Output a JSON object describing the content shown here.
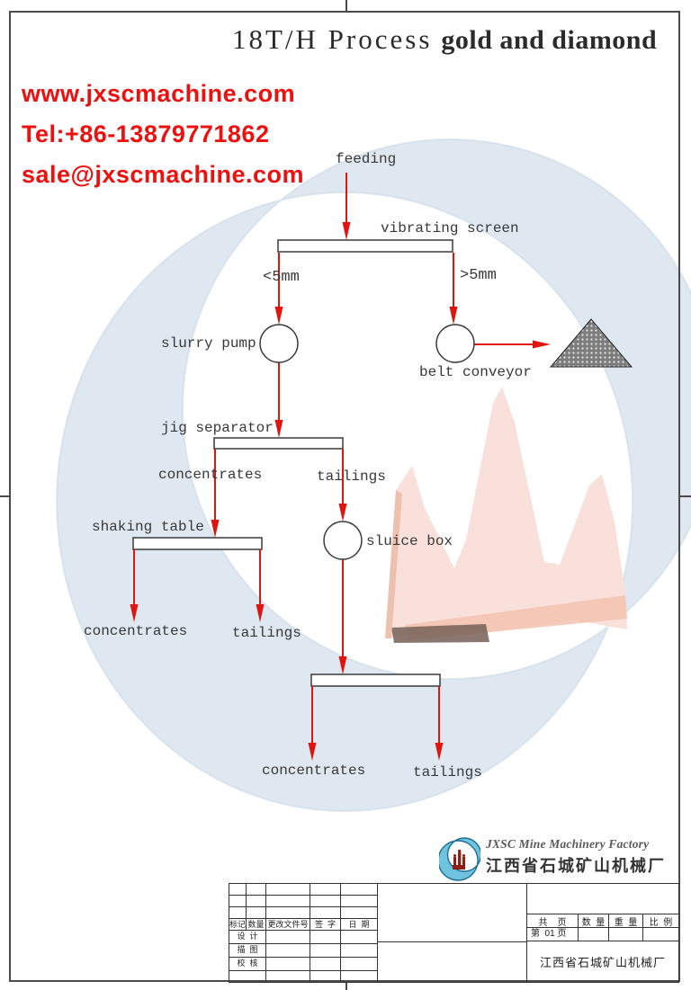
{
  "header": {
    "title_main": "18T/H Process",
    "title_sub": "gold and diamond"
  },
  "contact": {
    "website": "www.jxscmachine.com",
    "phone": "Tel:+86-13879771862",
    "email": "sale@jxscmachine.com"
  },
  "flowchart": {
    "feeding": "feeding",
    "vibrating_screen": "vibrating screen",
    "undersize": "<5mm",
    "oversize": ">5mm",
    "slurry_pump": "slurry pump",
    "belt_conveyor": "belt conveyor",
    "jig_separator": "jig separator",
    "jig_concentrates": "concentrates",
    "jig_tailings": "tailings",
    "shaking_table": "shaking table",
    "shaking_concentrates": "concentrates",
    "shaking_tailings": "tailings",
    "sluice_box": "sluice box",
    "final_concentrates": "concentrates",
    "final_tailings": "tailings"
  },
  "logo": {
    "company_en": "JXSC Mine Machinery Factory",
    "company_cn": "江西省石城矿山机械厂"
  },
  "title_block": {
    "revision_headers": [
      "标记",
      "数量",
      "更改文件号",
      "签  字",
      "日  期"
    ],
    "row_labels": [
      "设  计",
      "描  图",
      "校  核"
    ],
    "right_headers": [
      "共    页",
      "数  量",
      "重  量",
      "比  例"
    ],
    "page_number": "第  01 页",
    "company": "江西省石城矿山机械厂"
  },
  "colors": {
    "accent_red": "#ee0f0f",
    "arrow_red": "#e1150f",
    "line_dark": "#3a3a3a",
    "watermark_blue": "#dfe8f1",
    "watermark_pink": "#f9e0da",
    "logo_blue": "#6fc3de",
    "logo_castle_red": "#8f1f15"
  }
}
